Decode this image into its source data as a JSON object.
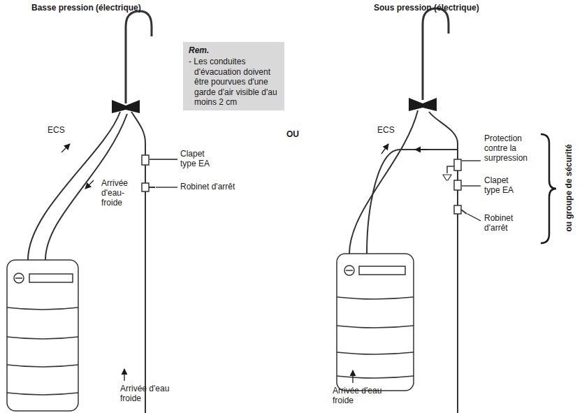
{
  "diagram": {
    "nodes": [
      {
        "text": [
          "Rem.",
          "- Les conduites d'évacuation doivent être pourvues d'une garde d'air visible d'au moins 2 cm"
        ]
      }
    ],
    "labels": [
      "Basse pression (électrique)",
      "Sous pression (électrique)",
      "ECS",
      "Arrivée d'eau- froide",
      "Clapet type EA",
      "Robinet d'arrêt",
      "OU",
      "ECS",
      "Protection contre la surpression",
      "Clapet type EA",
      "Robinet d'arrêt",
      "ou groupe de sécurité",
      "Arrivée d'eau froide",
      "Arrivée d'eau froide"
    ]
  }
}
